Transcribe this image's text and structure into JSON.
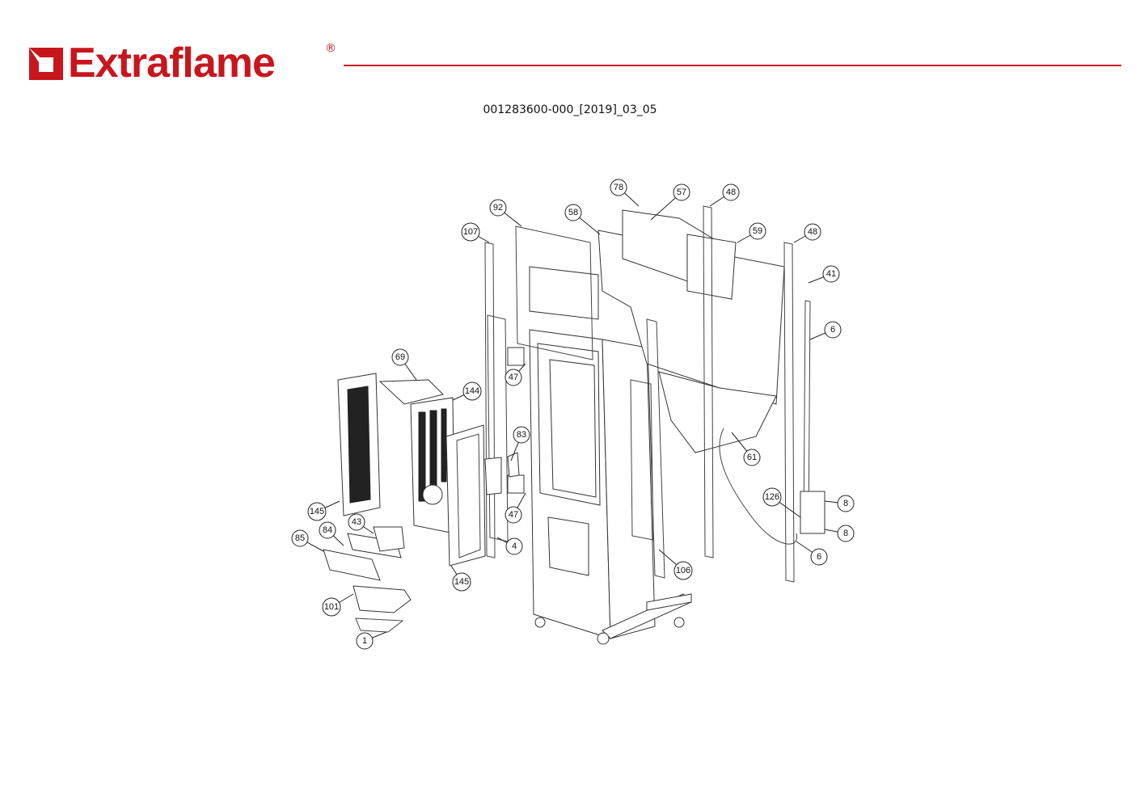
{
  "header": {
    "brand": "Extraflame",
    "registered_mark": "®",
    "brand_color": "#c8161d",
    "document_code": "001283600-000_[2019]_03_05"
  },
  "diagram": {
    "callouts": [
      "78",
      "57",
      "48",
      "92",
      "58",
      "59",
      "48",
      "107",
      "41",
      "6",
      "69",
      "47",
      "144",
      "83",
      "61",
      "126",
      "8",
      "8",
      "145",
      "47",
      "43",
      "84",
      "85",
      "4",
      "6",
      "106",
      "145",
      "101",
      "1"
    ]
  }
}
